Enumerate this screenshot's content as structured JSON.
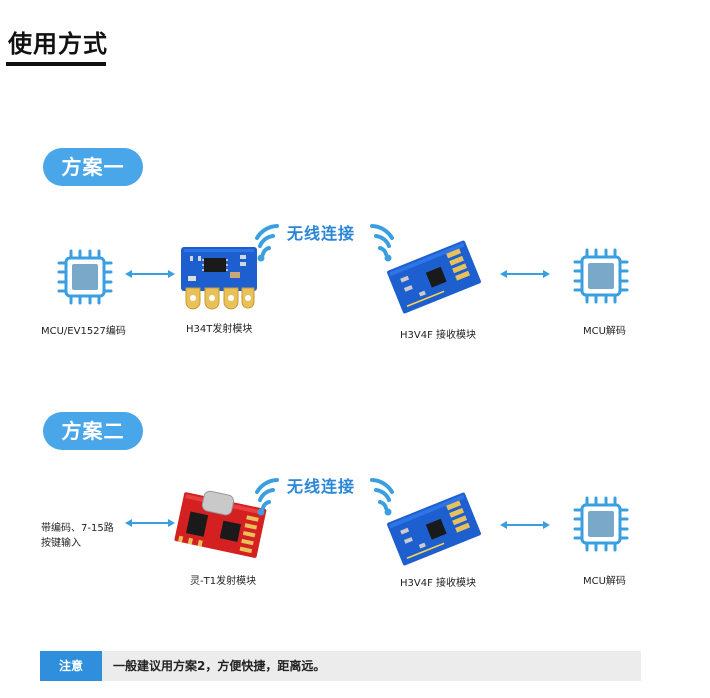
{
  "header": {
    "title": "使用方式"
  },
  "scheme1": {
    "pill": "方案一",
    "wireless": "无线连接",
    "mcu_encode_label": "MCU/EV1527编码",
    "transmitter_label": "H34T发射模块",
    "receiver_label": "H3V4F 接收模块",
    "mcu_decode_label": "MCU解码"
  },
  "scheme2": {
    "pill": "方案二",
    "wireless": "无线连接",
    "input_label_line1": "带编码、7-15路",
    "input_label_line2": "按键输入",
    "transmitter_label": "灵-T1发射模块",
    "receiver_label": "H3V4F 接收模块",
    "mcu_decode_label": "MCU解码"
  },
  "note": {
    "badge": "注意",
    "text": "一般建议用方案2，方便快捷，距离远。"
  },
  "colors": {
    "accent": "#49a6e8",
    "note_badge": "#2f8fdc",
    "chip": "#3a9fe0",
    "pcb_blue": "#1e5fd0",
    "pcb_red": "#d42020"
  }
}
